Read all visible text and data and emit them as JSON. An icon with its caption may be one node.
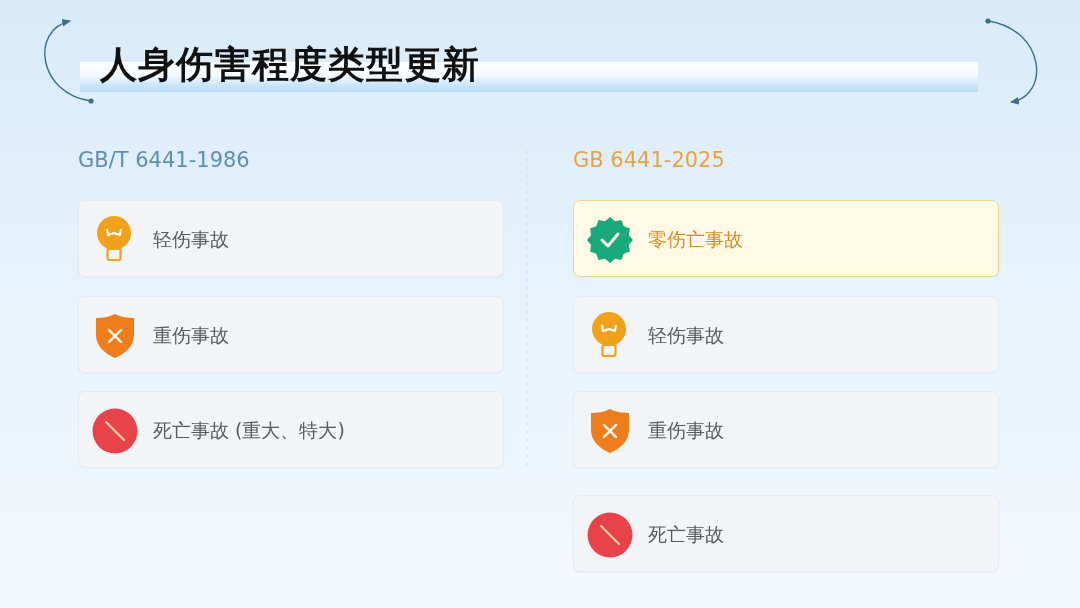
{
  "diagram": {
    "title": "人身伤害程度类型更新",
    "nodes": [
      {
        "text": [
          "轻伤事故"
        ]
      },
      {
        "text": [
          "重伤事故"
        ]
      },
      {
        "text": [
          "死亡事故 (重大、特大)"
        ]
      },
      {
        "text": [
          "零伤亡事故"
        ]
      },
      {
        "text": [
          "轻伤事故"
        ]
      },
      {
        "text": [
          "重伤事故"
        ]
      },
      {
        "text": [
          "死亡事故"
        ]
      }
    ],
    "labels": [
      "GB/T 6441-1986",
      "GB 6441-2025"
    ]
  }
}
